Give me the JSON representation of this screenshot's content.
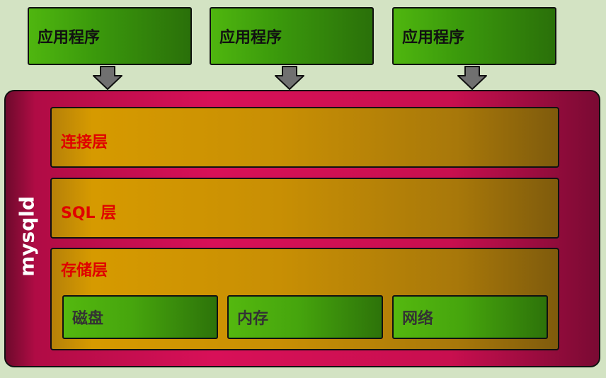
{
  "applications": [
    {
      "label": "应用程序"
    },
    {
      "label": "应用程序"
    },
    {
      "label": "应用程序"
    }
  ],
  "mysqld": {
    "label": "mysqld",
    "layers": {
      "connection": {
        "label": "连接层"
      },
      "sql": {
        "label": "SQL 层"
      },
      "storage": {
        "label": "存储层",
        "media": [
          {
            "label": "磁盘"
          },
          {
            "label": "内存"
          },
          {
            "label": "网络"
          }
        ]
      }
    }
  },
  "colors": {
    "background": "#d3e3c3",
    "app_green": "#3b9a0c",
    "mysqld_crimson": "#d81058",
    "layer_gold": "#d69a00",
    "layer_text_red": "#e00000",
    "arrow_gray": "#707070"
  }
}
